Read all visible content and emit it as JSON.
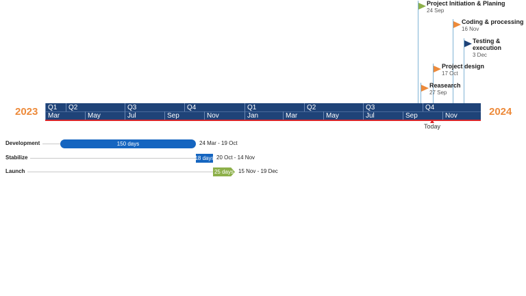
{
  "chart_data": {
    "type": "gantt",
    "years": {
      "start": "2023",
      "end": "2024"
    },
    "quarters": [
      "Q1",
      "Q2",
      "Q3",
      "Q4",
      "Q1",
      "Q2",
      "Q3",
      "Q4"
    ],
    "months": [
      "Mar",
      "May",
      "Jul",
      "Sep",
      "Nov",
      "Jan",
      "Mar",
      "May",
      "Jul",
      "Sep",
      "Nov"
    ],
    "today_label": "Today",
    "tasks": [
      {
        "name": "Development",
        "duration": "150 days",
        "dates": "24 Mar - 19 Oct",
        "color": "#1565c0"
      },
      {
        "name": "Stabilize",
        "duration": "18 days",
        "dates": "20 Oct - 14 Nov",
        "color": "#1565c0"
      },
      {
        "name": "Launch",
        "duration": "25 days",
        "dates": "15 Nov - 19 Dec",
        "color": "#8db04a"
      }
    ],
    "milestones": [
      {
        "name": "Project Initiation & Planing",
        "date": "24 Sep",
        "color": "#8db04a"
      },
      {
        "name": "Coding & processing",
        "date": "16 Nov",
        "color": "#ed8a3a"
      },
      {
        "name": "Testing & execution",
        "date": "3 Dec",
        "color": "#1f4378"
      },
      {
        "name": "Project design",
        "date": "17 Oct",
        "color": "#ed8a3a"
      },
      {
        "name": "Reasearch",
        "date": "27 Sep",
        "color": "#ed8a3a"
      }
    ]
  }
}
